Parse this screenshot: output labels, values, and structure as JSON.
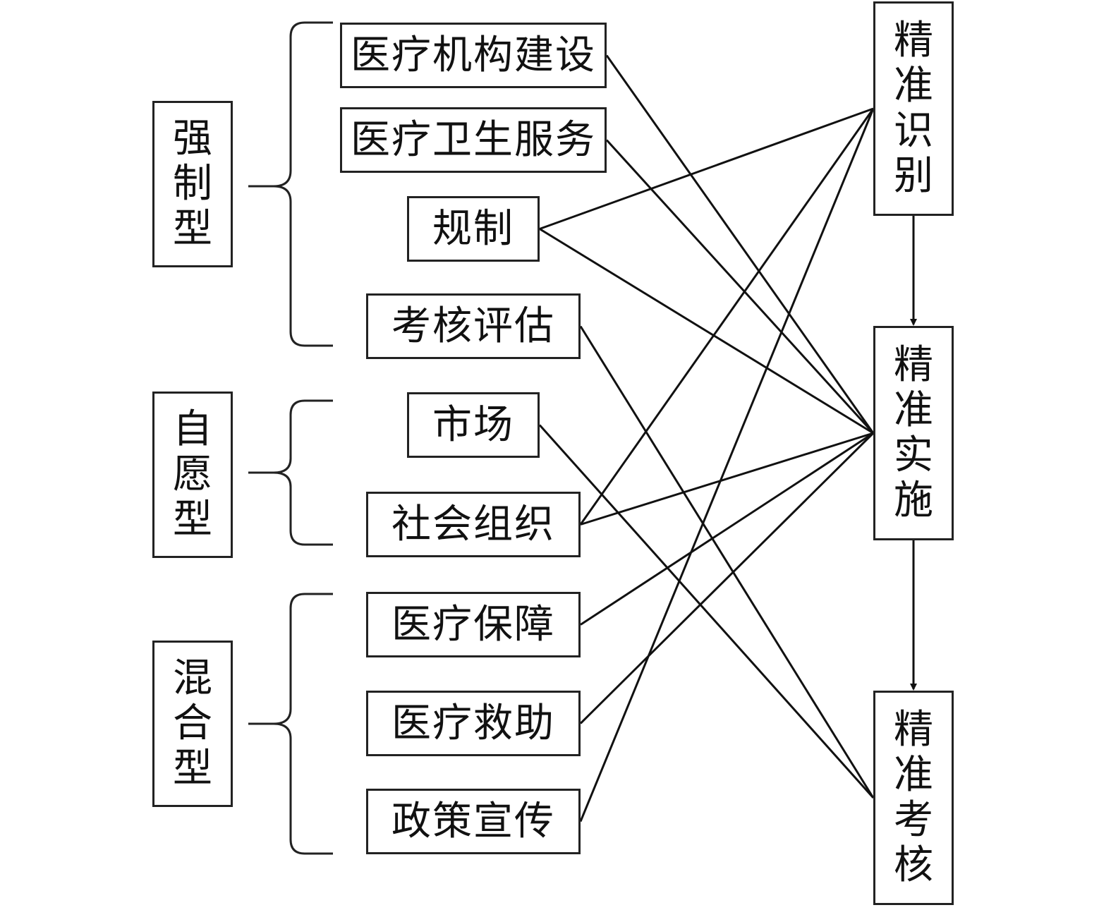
{
  "categories": [
    {
      "id": "mandatory",
      "label": "强制型"
    },
    {
      "id": "voluntary",
      "label": "自愿型"
    },
    {
      "id": "mixed",
      "label": "混合型"
    }
  ],
  "tools": [
    {
      "id": "t1",
      "label": "医疗机构建设"
    },
    {
      "id": "t2",
      "label": "医疗卫生服务"
    },
    {
      "id": "t3",
      "label": "规制"
    },
    {
      "id": "t4",
      "label": "考核评估"
    },
    {
      "id": "t5",
      "label": "市场"
    },
    {
      "id": "t6",
      "label": "社会组织"
    },
    {
      "id": "t7",
      "label": "医疗保障"
    },
    {
      "id": "t8",
      "label": "医疗救助"
    },
    {
      "id": "t9",
      "label": "政策宣传"
    }
  ],
  "stages": [
    {
      "id": "s1",
      "label": "精准识别"
    },
    {
      "id": "s2",
      "label": "精准实施"
    },
    {
      "id": "s3",
      "label": "精准考核"
    }
  ],
  "groupings": [
    {
      "category": "mandatory",
      "tools": [
        "t1",
        "t2",
        "t3",
        "t4"
      ]
    },
    {
      "category": "voluntary",
      "tools": [
        "t5",
        "t6"
      ]
    },
    {
      "category": "mixed",
      "tools": [
        "t7",
        "t8",
        "t9"
      ]
    }
  ],
  "connections": [
    {
      "from": "t1",
      "to": "s2"
    },
    {
      "from": "t2",
      "to": "s2"
    },
    {
      "from": "t3",
      "to": "s1"
    },
    {
      "from": "t3",
      "to": "s2"
    },
    {
      "from": "t4",
      "to": "s3"
    },
    {
      "from": "t5",
      "to": "s3"
    },
    {
      "from": "t6",
      "to": "s1"
    },
    {
      "from": "t6",
      "to": "s2"
    },
    {
      "from": "t7",
      "to": "s2"
    },
    {
      "from": "t8",
      "to": "s2"
    },
    {
      "from": "t9",
      "to": "s1"
    }
  ],
  "flow": [
    {
      "from": "s1",
      "to": "s2"
    },
    {
      "from": "s2",
      "to": "s3"
    }
  ]
}
